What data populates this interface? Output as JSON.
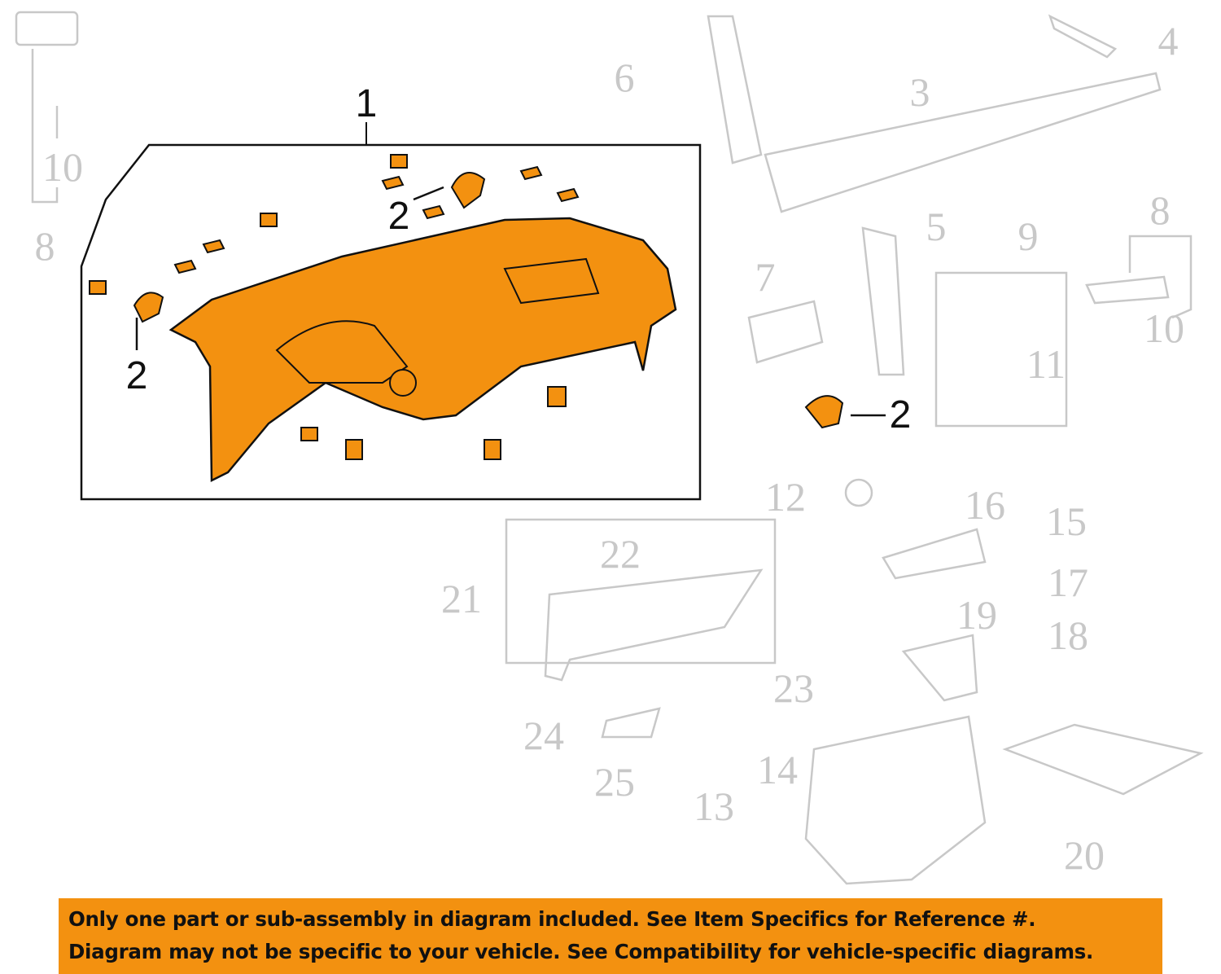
{
  "colors": {
    "highlight": "#f39110",
    "ghost": "#c8c8c8",
    "banner": "#f39110"
  },
  "callouts": {
    "c1": "1",
    "c2a": "2",
    "c2b": "2",
    "c2c": "2",
    "c3": "3",
    "c4": "4",
    "c5": "5",
    "c6": "6",
    "c7": "7",
    "c8a": "8",
    "c8b": "8",
    "c9": "9",
    "c10a": "10",
    "c10b": "10",
    "c11": "11",
    "c12": "12",
    "c13": "13",
    "c14": "14",
    "c15": "15",
    "c16": "16",
    "c17": "17",
    "c18": "18",
    "c19": "19",
    "c20": "20",
    "c21": "21",
    "c22": "22",
    "c23": "23",
    "c24": "24",
    "c25": "25"
  },
  "banner": {
    "line1": "Only one part or sub-assembly in diagram included. See Item Specifics for Reference #.",
    "line2": "Diagram may not be specific to your vehicle. See Compatibility for vehicle-specific diagrams."
  }
}
